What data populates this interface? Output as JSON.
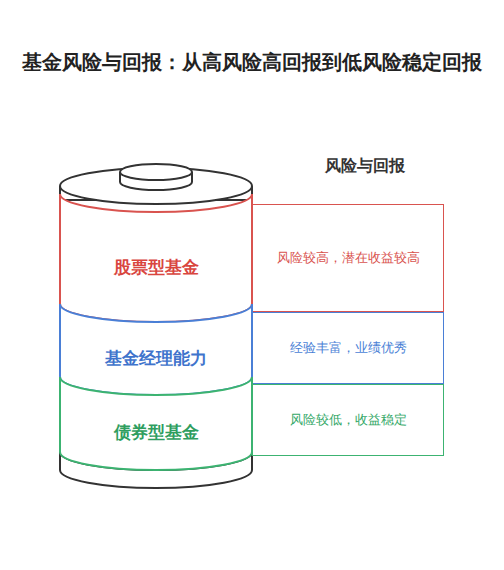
{
  "diagram": {
    "title": "基金风险与回报：从高风险高回报到低风险稳定回报",
    "nodes": [
      {
        "text": [
          "股票型基金"
        ]
      },
      {
        "text": [
          "风险较高，潜在收益较高"
        ]
      },
      {
        "text": [
          "基金经理能力"
        ]
      },
      {
        "text": [
          "经验丰富，业绩优秀"
        ]
      },
      {
        "text": [
          "债券型基金"
        ]
      },
      {
        "text": [
          "风险较低，收益稳定"
        ]
      }
    ],
    "labels": [
      "风险与回报"
    ]
  }
}
